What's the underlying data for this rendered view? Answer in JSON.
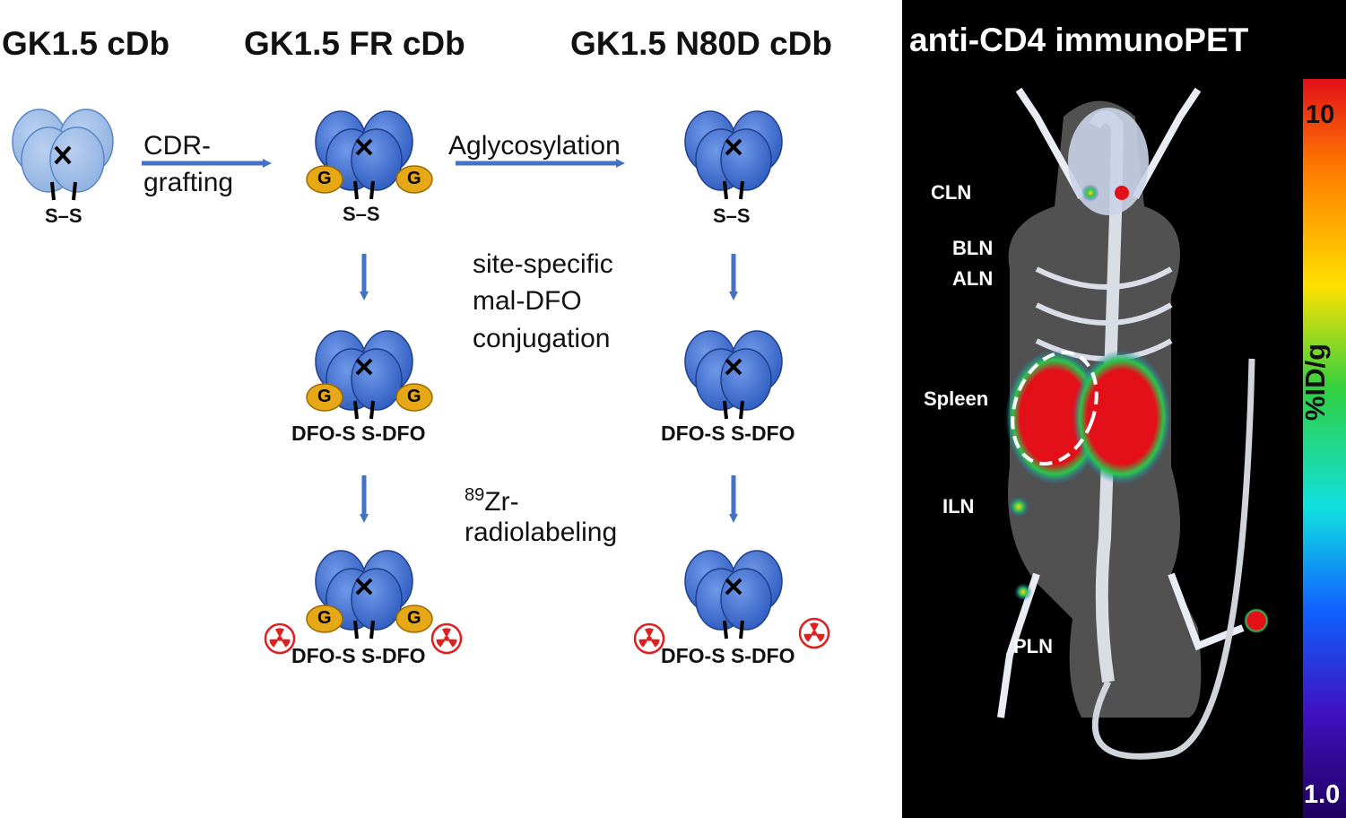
{
  "titles": {
    "col1": "GK1.5 cDb",
    "col2": "GK1.5 FR cDb",
    "col3": "GK1.5 N80D cDb",
    "panel": "anti-CD4 immunoPET"
  },
  "steps": {
    "cdr_line1": "CDR-",
    "cdr_line2": "grafting",
    "aglyco": "Aglycosylation",
    "conj_line1": "site-specific",
    "conj_line2": "mal-DFO",
    "conj_line3": "conjugation",
    "radio_sup": "89",
    "radio_line1": "Zr-",
    "radio_line2": "radiolabeling"
  },
  "molecule_labels": {
    "disulfide": "S–S",
    "glycan": "G",
    "crosslink": "X",
    "dfo_pair": "DFO-S S-DFO"
  },
  "organs": {
    "cln": "CLN",
    "bln": "BLN",
    "aln": "ALN",
    "spleen": "Spleen",
    "iln": "ILN",
    "pln": "PLN"
  },
  "colorbar": {
    "max": "10",
    "min": "1.0",
    "unit": "%ID/g"
  },
  "colors": {
    "arrow": "#4472c4",
    "domain_light": "#9dbde6",
    "domain_dark": "#3f6fd0",
    "glycan": "#e6a817",
    "radio": "#e02020",
    "pet_hot": "#e3101a"
  }
}
